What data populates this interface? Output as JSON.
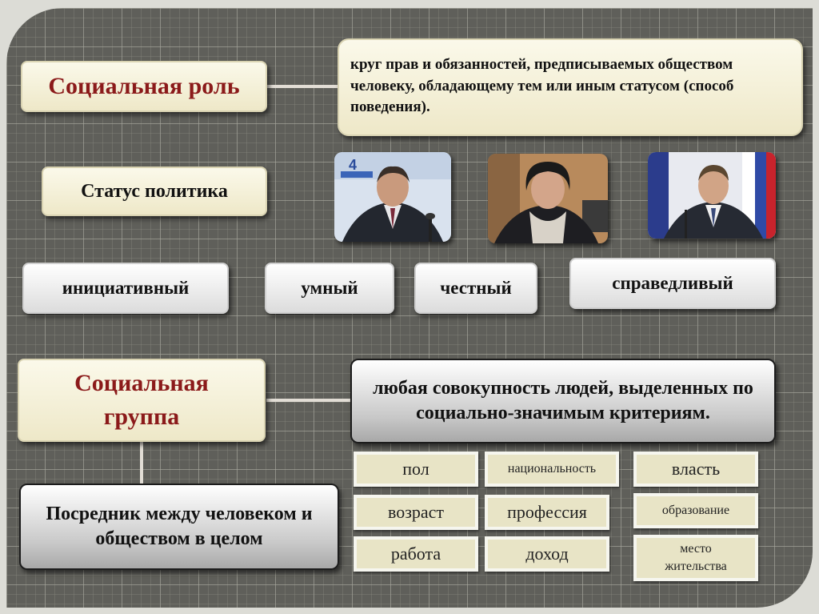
{
  "role": {
    "title": "Социальная роль",
    "definition": "круг прав и обязанностей, предписываемых обществом человеку, обладающему тем или иным статусом (способ поведения)."
  },
  "status": {
    "label": "Статус политика"
  },
  "qualities": [
    "инициативный",
    "умный",
    "честный",
    "справедливый"
  ],
  "group": {
    "title": "Социальная группа",
    "definition": "любая совокупность людей, выделенных по социально-значимым критериям.",
    "mediator": "Посредник между человеком и обществом в целом"
  },
  "criteria": [
    "пол",
    "национальность",
    "власть",
    "возраст",
    "профессия",
    "образование",
    "работа",
    "доход",
    "место жительства"
  ],
  "photo1_badge": "4"
}
